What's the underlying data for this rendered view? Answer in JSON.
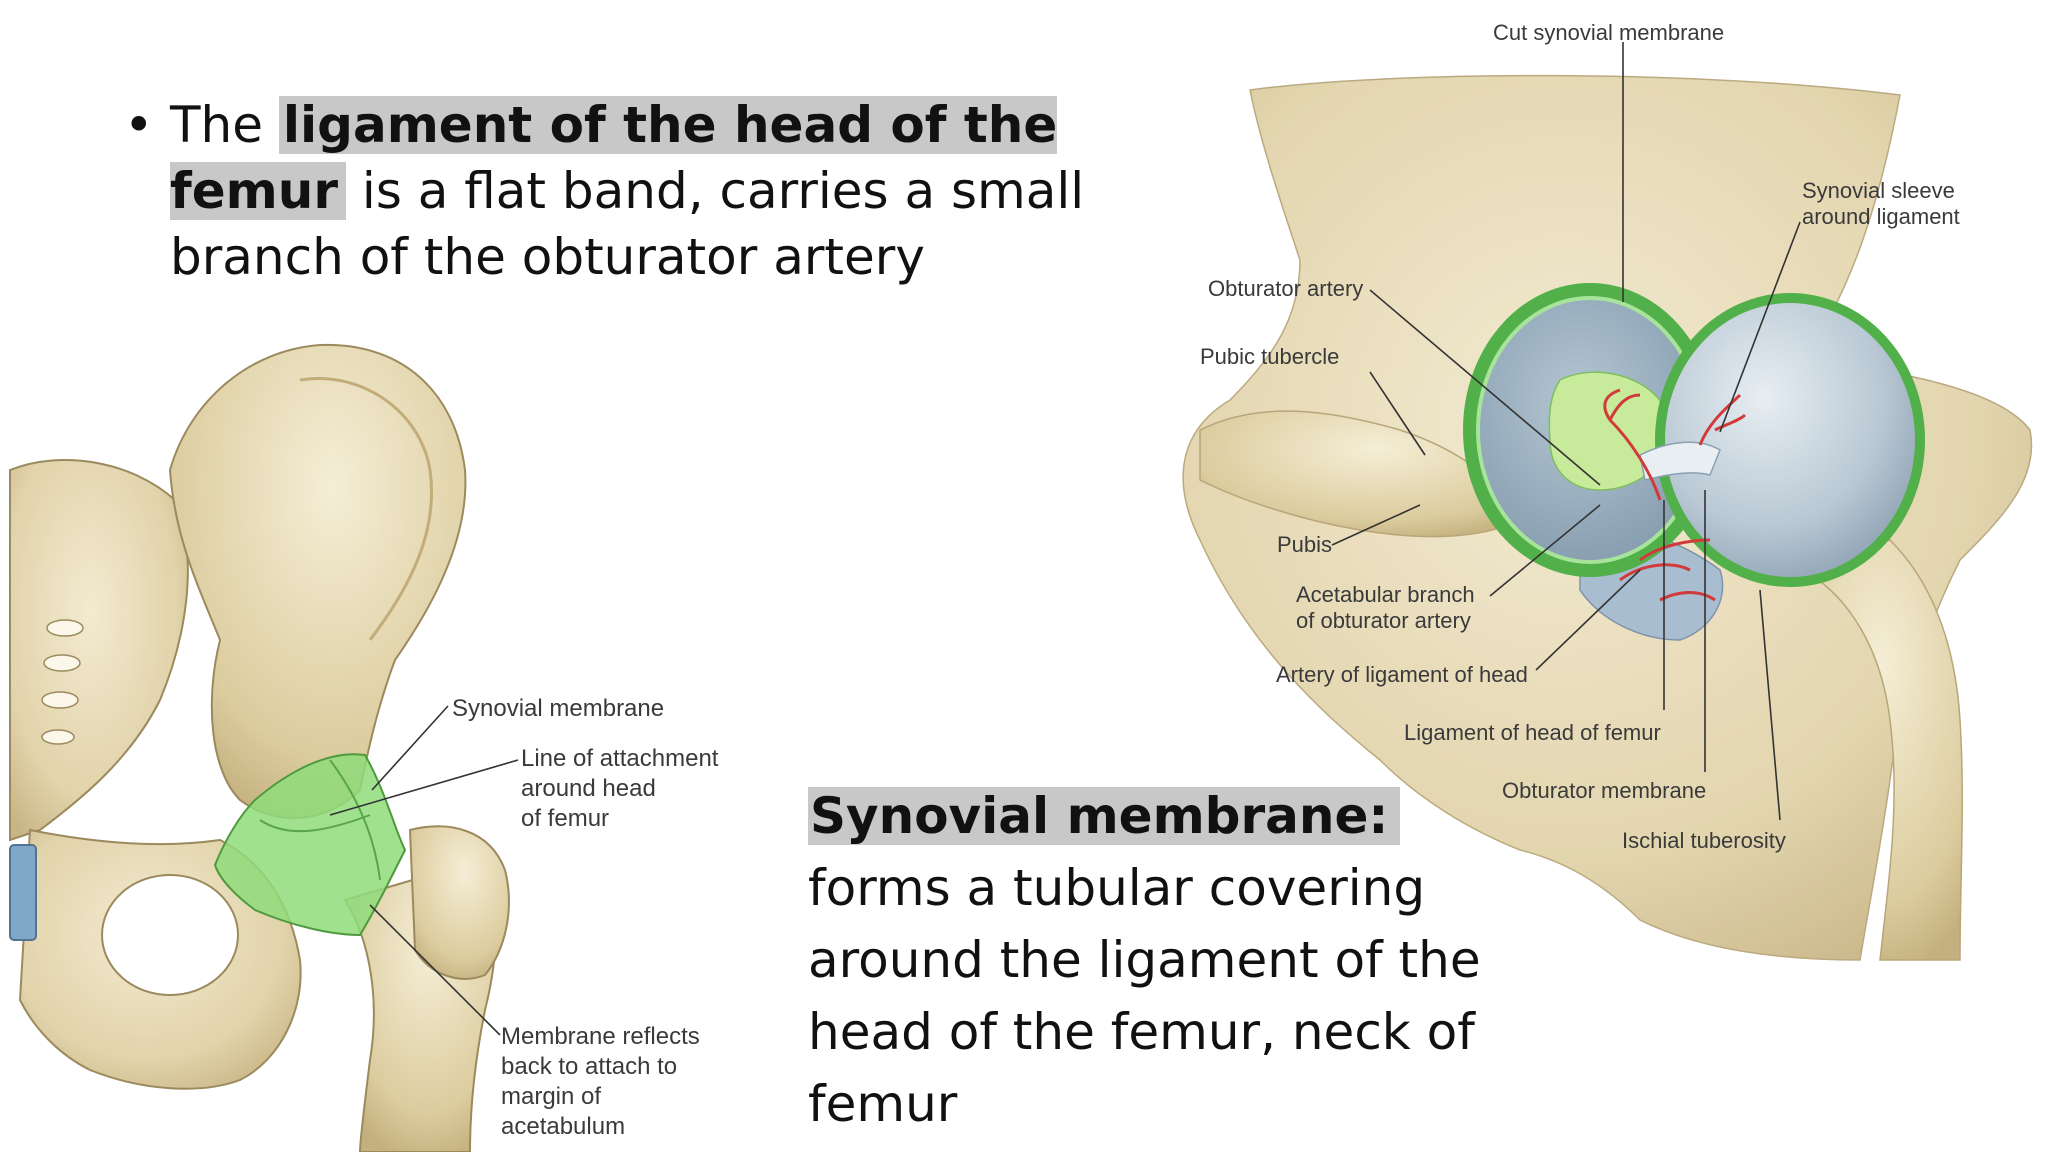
{
  "bullet": {
    "prefix": "The ",
    "highlight": "ligament of the head of the femur",
    "rest": " is a flat band, carries a small branch of the obturator artery"
  },
  "synovial_note": {
    "highlight": "Synovial membrane:",
    "rest": " forms a tubular covering around the ligament of the head of the femur, neck of femur"
  },
  "left_figure": {
    "labels": {
      "synovial_membrane": "Synovial membrane",
      "line_attachment": "Line of attachment\naround head\nof femur",
      "membrane_reflects": "Membrane reflects\nback to attach to\nmargin of\nacetabulum"
    }
  },
  "right_figure": {
    "labels": {
      "cut_synovial": "Cut synovial membrane",
      "synovial_sleeve": "Synovial sleeve\naround ligament",
      "obturator_artery": "Obturator artery",
      "pubic_tubercle": "Pubic tubercle",
      "pubis": "Pubis",
      "acetabular_branch": "Acetabular branch\nof obturator artery",
      "artery_ligament": "Artery of ligament of head",
      "ligament_head": "Ligament of head of femur",
      "obturator_membrane": "Obturator membrane",
      "ischial_tuberosity": "Ischial tuberosity"
    }
  },
  "colors": {
    "bone": "#e3d6b0",
    "bone_shadow": "#c9b78a",
    "synovial": "#8fdc7a",
    "socket": "#9eb4c6",
    "artery": "#d23a3a",
    "highlight": "#c8c8c8"
  }
}
